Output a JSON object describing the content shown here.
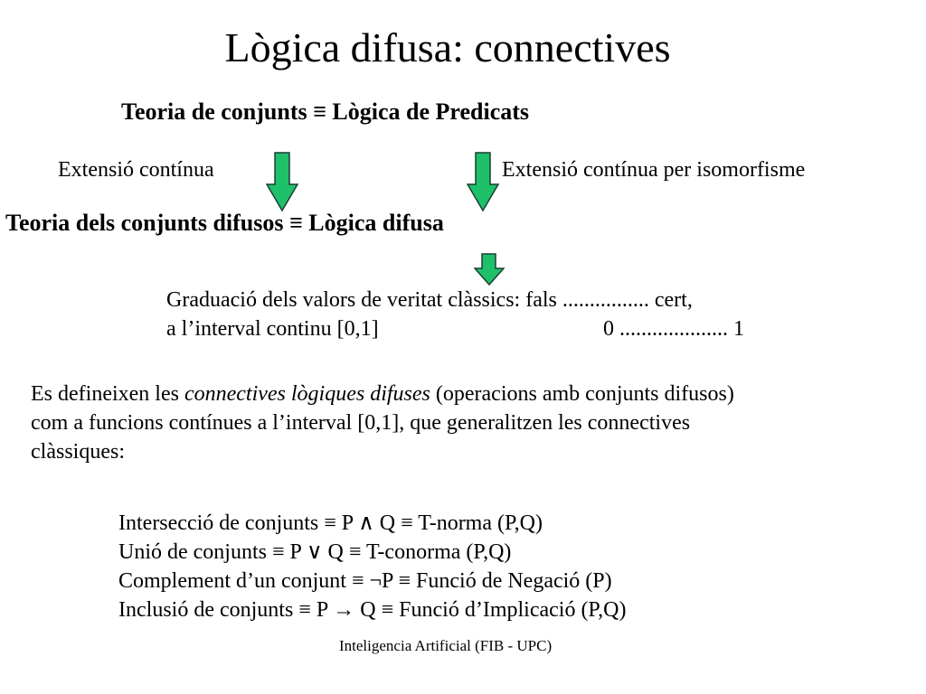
{
  "slide": {
    "title": "Lògica difusa: connectives",
    "heading_1": "Teoria de conjunts ≡ Lògica de Predicats",
    "extension_left": "Extensió contínua",
    "extension_right": "Extensió contínua per isomorfisme",
    "heading_2": "Teoria dels conjunts difusos ≡  Lògica difusa",
    "graduation": {
      "line_1": "Graduació dels valors de veritat clàssics: fals ................ cert,",
      "line_2_left": "a l’interval continu [0,1]",
      "line_2_right": "0 ....................  1"
    },
    "definition": {
      "pre": "Es defineixen les ",
      "emphasis": "connectives lògiques difuses",
      "post": " (operacions amb conjunts difusos)",
      "line_2": "com a funcions contínues a l’interval [0,1], que generalitzen les connectives",
      "line_3": "clàssiques:"
    },
    "connectives": [
      "Intersecció de conjunts ≡ P ∧ Q ≡ T-norma (P,Q)",
      "Unió de conjunts ≡ P ∨ Q ≡ T-conorma (P,Q)",
      "Complement d’un conjunt ≡ ¬P ≡ Funció de Negació (P)",
      "Inclusió de conjunts ≡ P → Q ≡ Funció d’Implicació (P,Q)"
    ],
    "footer": "Inteligencia Artificial (FIB - UPC)",
    "arrow_icon": "down-arrow-icon",
    "colors": {
      "arrow_fill": "#1fc06a",
      "arrow_stroke": "#1a3f33",
      "text": "#000000",
      "background": "#ffffff"
    }
  }
}
